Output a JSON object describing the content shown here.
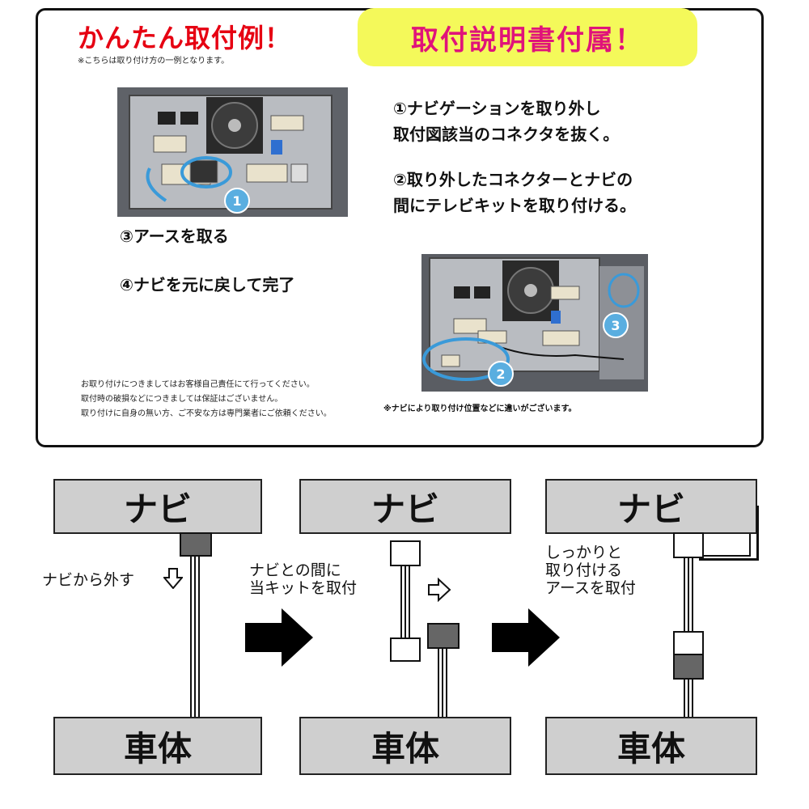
{
  "instruction_panel": {
    "title": "かんたん取付例！",
    "subnote": "※こちらは取り付け方の一例となります。",
    "banner": "取付説明書付属！",
    "steps": {
      "s1_line1": "①ナビゲーションを取り外し",
      "s1_line2": "取付図該当のコネクタを抜く。",
      "s2_line1": "②取り外したコネクターとナビの",
      "s2_line2": "間にテレビキットを取り付ける。",
      "s3": "③アースを取る",
      "s4": "④ナビを元に戻して完了"
    },
    "photo1_marker": "1",
    "photo2_markers": [
      "2",
      "3"
    ],
    "disclaimer": [
      "お取り付けにつきましてはお客様自己責任にて行ってください。",
      "取付時の破損などにつきましては保証はございません。",
      "取り付けに自身の無い方、ご不安な方は専門業者にご依頼ください。"
    ],
    "photo_note": "※ナビにより取り付け位置などに違いがございます。"
  },
  "diagram": {
    "top_label": "ナビ",
    "bottom_label": "車体",
    "stage1_text": "ナビから外す",
    "stage2_text": [
      "ナビとの間に",
      "当キットを取付"
    ],
    "stage3_text": [
      "しっかりと",
      "取り付ける",
      "アースを取付"
    ],
    "icons": [
      "down-outline-arrow-icon",
      "right-outline-arrow-icon",
      "right-black-arrow-icon"
    ],
    "colors": {
      "label_box": "#cfcfcf",
      "connector_dark": "#666666",
      "title_red": "#e60012",
      "banner_bg": "#f4f95a",
      "banner_text": "#e0137a",
      "photo_ring": "#3a9ad9"
    }
  }
}
